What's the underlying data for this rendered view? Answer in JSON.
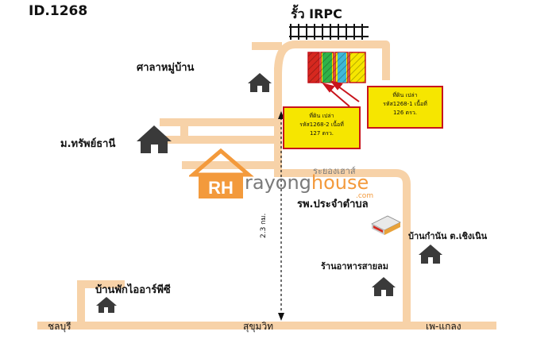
{
  "listing_id": "ID.1268",
  "landmarks": {
    "fence": "รั้ว IRPC",
    "village_hall": "ศาลาหมู่บ้าน",
    "sapthani_village": "ม.ทรัพย์ธานี",
    "subdistrict_hospital": "รพ.ประจำตำบล",
    "headman_house": "บ้านกำนัน ต.เชิงเนิน",
    "restaurant": "ร้านอาหารสายลม",
    "irpc_residence": "บ้านพักไออาร์พีซี"
  },
  "roads": {
    "west": "ชลบุรี",
    "main": "สุขุมวิท",
    "east": "เพ-แกลง"
  },
  "distance": "2.3 กม.",
  "plots": [
    {
      "lines": [
        "ที่ดิน เปล่า",
        "รหัส1268-2 เนื้อที่",
        "127 ตรว."
      ]
    },
    {
      "lines": [
        "ที่ดิน เปล่า",
        "รหัส1268-1 เนื้อที่",
        "126 ตรว."
      ]
    }
  ],
  "watermark": {
    "logo_text": "RH",
    "thai_name": "ระยองเฮาส์",
    "brand_a": "rayong",
    "brand_b": "house",
    "domain": ".com"
  },
  "colors": {
    "road": "#f7d2a8",
    "plot_yellow": "#f6e600",
    "plot_border": "#c8141c",
    "plot_green": "#2fb24a",
    "plot_cyan": "#3fb8d8",
    "plot_red": "#d6281f",
    "watermark_orange": "#f39a3c",
    "watermark_gray": "#7a7a7a"
  }
}
